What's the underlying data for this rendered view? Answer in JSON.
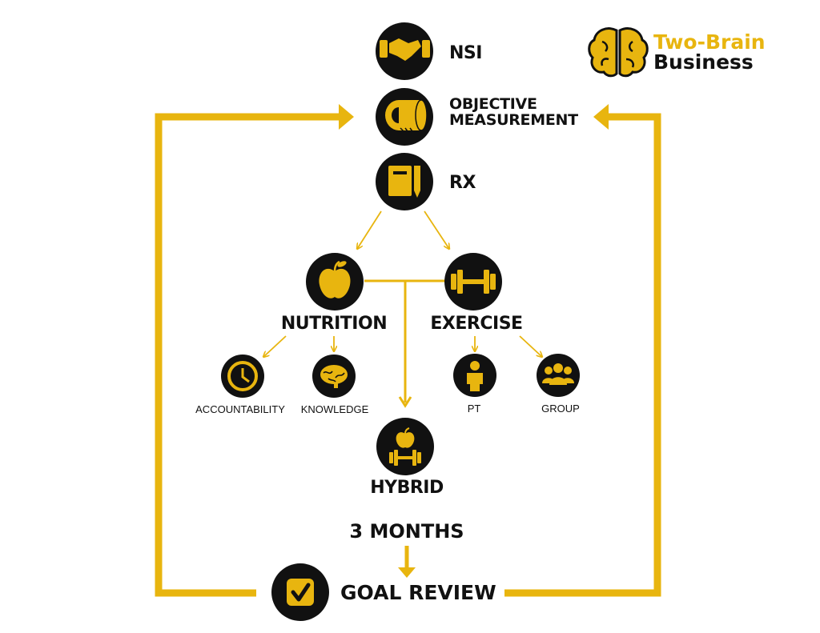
{
  "brand": {
    "line1": "Two-Brain",
    "line2": "Business",
    "icon": "brain-icon",
    "accent_color": "#E8B50F",
    "dark_color": "#111111"
  },
  "colors": {
    "accent": "#E8B50F",
    "node_fill": "#111111",
    "background": "#FFFFFF"
  },
  "nodes": {
    "nsi": {
      "label": "NSI",
      "icon": "handshake-icon"
    },
    "objective_measurement": {
      "label_line1": "OBJECTIVE",
      "label_line2": "MEASUREMENT",
      "icon": "tape-measure-icon"
    },
    "rx": {
      "label": "RX",
      "icon": "notebook-pencil-icon"
    },
    "nutrition": {
      "label": "NUTRITION",
      "icon": "apple-icon"
    },
    "exercise": {
      "label": "EXERCISE",
      "icon": "dumbbell-icon"
    },
    "accountability": {
      "label": "ACCOUNTABILITY",
      "icon": "clock-icon"
    },
    "knowledge": {
      "label": "KNOWLEDGE",
      "icon": "brain-icon"
    },
    "pt": {
      "label": "PT",
      "icon": "person-icon"
    },
    "group": {
      "label": "GROUP",
      "icon": "group-icon"
    },
    "hybrid": {
      "label": "HYBRID",
      "icon": "apple-dumbbell-icon"
    },
    "three_months": {
      "label": "3 MONTHS"
    },
    "goal_review": {
      "label": "GOAL REVIEW",
      "icon": "checkbox-icon"
    }
  }
}
